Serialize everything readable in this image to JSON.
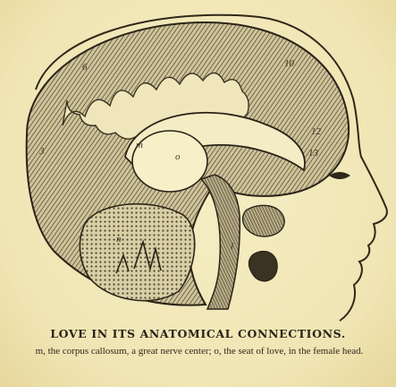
{
  "figure": {
    "title": "LOVE IN ITS ANATOMICAL CONNECTIONS.",
    "caption": "m, the corpus callosum, a great nerve center; o, the seat of love, in the female head.",
    "labels": {
      "m": "m",
      "o": "o",
      "n": "n",
      "l": "l",
      "n3": "3",
      "n6": "6",
      "n10": "10",
      "n12": "12",
      "n13": "13"
    }
  },
  "colors": {
    "paper": "#f3ebc0",
    "ink": "#2a2418",
    "shade": "#5c5238"
  }
}
